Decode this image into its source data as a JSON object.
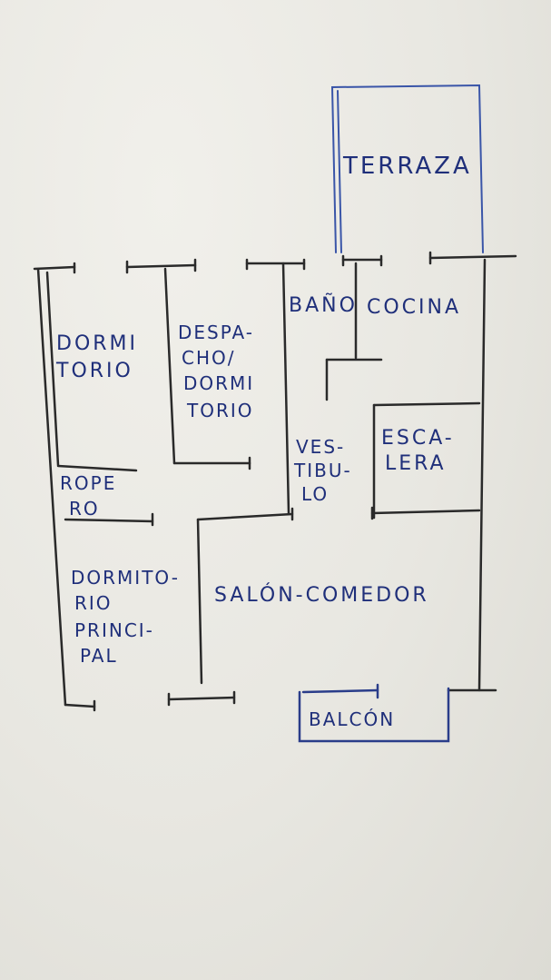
{
  "rooms": {
    "terraza": "TERRAZA",
    "bano": "BAÑO",
    "cocina": "COCINA",
    "dormitorio": "DORMITORIO",
    "despacho": "DESPACHO/DORMITORIO",
    "vestibulo": "VESTÍBULO",
    "escalera": "ESCALERA",
    "ropero": "ROPERO",
    "dormitorio_principal": "DORMITORIO PRINCIPAL",
    "salon_comedor": "SALÓN-COMEDOR",
    "balcon": "BALCÓN"
  },
  "label_lines": {
    "dormitorio_1": "DORMI",
    "dormitorio_2": "TORIO",
    "despacho_1": "DESPA-",
    "despacho_2": "CHO/",
    "despacho_3": "DORMI",
    "despacho_4": "TORIO",
    "vestibulo_1": "VES-",
    "vestibulo_2": "TIBU-",
    "vestibulo_3": "LO",
    "escalera_1": "ESCA-",
    "escalera_2": "LERA",
    "ropero_1": "ROPE",
    "ropero_2": "RO",
    "principal_1": "DORMITO-",
    "principal_2": "RIO",
    "principal_3": "PRINCI-",
    "principal_4": "PAL"
  },
  "colors": {
    "paper": "#e9e8e2",
    "wall_ink": "#2a2a2a",
    "label_ink": "#1f2f7a",
    "terraza_ink": "#3a55a8"
  }
}
